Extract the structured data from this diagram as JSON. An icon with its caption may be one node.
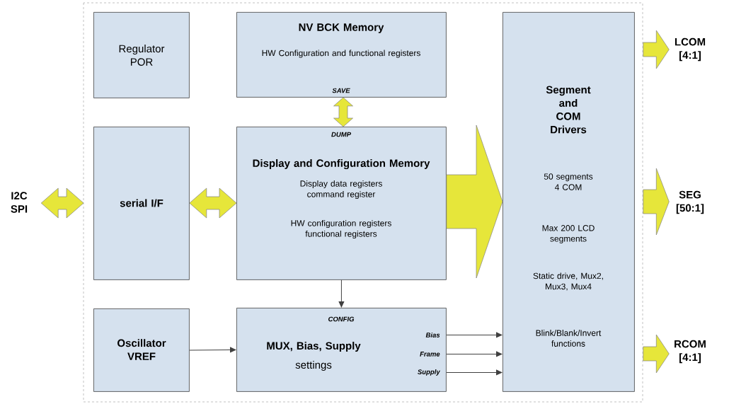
{
  "diagram": {
    "nodes": [
      {
        "text": [
          "Regulator POR"
        ]
      },
      {
        "text": [
          "NV BCK Memory",
          "HW Configuration and functional registers",
          "SAVE"
        ]
      },
      {
        "text": [
          "serial I/F"
        ]
      },
      {
        "text": [
          "DUMP",
          "Display and Configuration Memory",
          "Display data registers command register",
          "HW configuration registers functional registers"
        ]
      },
      {
        "text": [
          "Segment and COM Drivers",
          "50 segments 4 COM",
          "Max 200 LCD segments",
          "Static drive, Mux2, Mux3, Mux4",
          "Blink/Blank/Invert functions"
        ]
      },
      {
        "text": [
          "Oscillator VREF"
        ]
      },
      {
        "text": [
          "CONFIG",
          "MUX, Bias, Supply",
          "settings"
        ]
      },
      {
        "text": [
          "I2C SPI"
        ]
      },
      {
        "text": [
          "LCOM [4:1]"
        ]
      },
      {
        "text": [
          "SEG [50:1]"
        ]
      },
      {
        "text": [
          "RCOM [4:1]"
        ]
      }
    ],
    "edges": [
      {
        "from": 7,
        "to": 2,
        "arrow": "both",
        "style": "thick"
      },
      {
        "from": 2,
        "to": 3,
        "arrow": "both",
        "style": "thick"
      },
      {
        "from": 1,
        "to": 3,
        "arrow": "both",
        "style": "thick"
      },
      {
        "from": 3,
        "to": 4,
        "arrow": "to",
        "style": "thick"
      },
      {
        "from": 4,
        "to": 8,
        "arrow": "to",
        "style": "thick"
      },
      {
        "from": 4,
        "to": 9,
        "arrow": "to",
        "style": "thick"
      },
      {
        "from": 4,
        "to": 10,
        "arrow": "to",
        "style": "thick"
      },
      {
        "from": 3,
        "to": 6,
        "arrow": "to"
      },
      {
        "from": 5,
        "to": 6,
        "arrow": "to"
      },
      {
        "from": 6,
        "to": 4,
        "arrow": "to",
        "label": "Bias"
      },
      {
        "from": 6,
        "to": 4,
        "arrow": "to",
        "label": "Frame"
      },
      {
        "from": 6,
        "to": 4,
        "arrow": "to",
        "label": "Supply"
      }
    ]
  }
}
